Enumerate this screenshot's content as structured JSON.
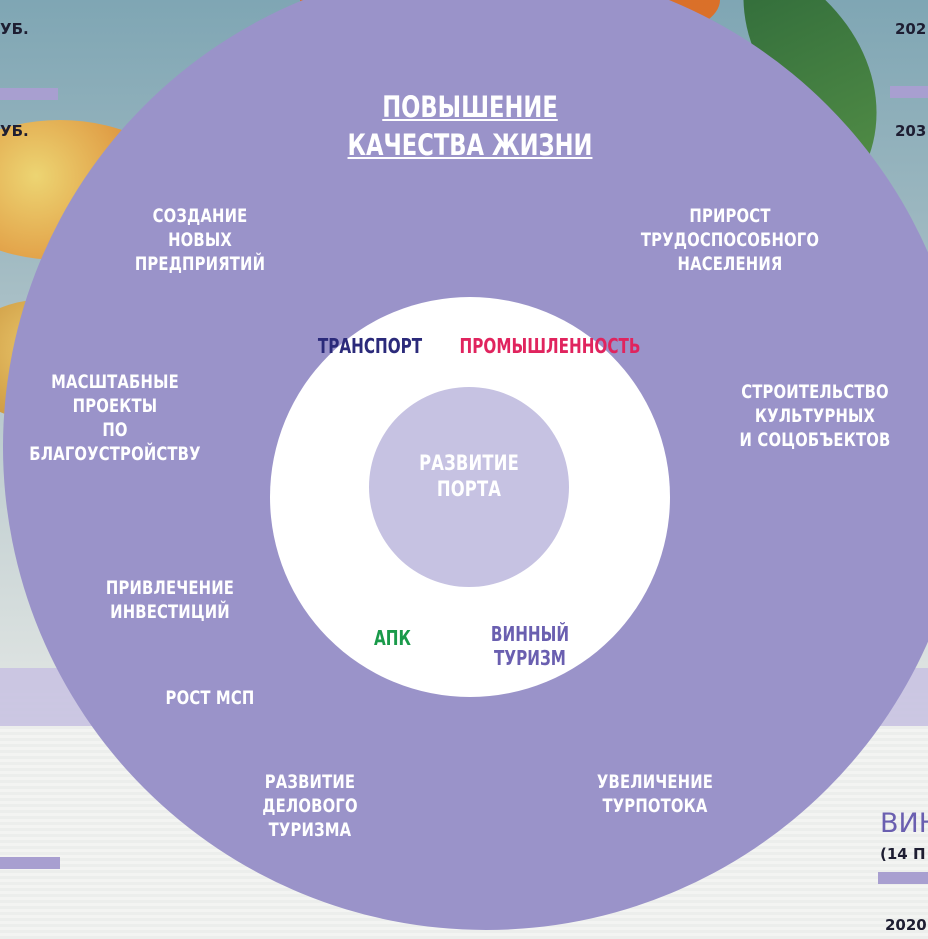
{
  "corner_labels": {
    "top_left_1": "УБ.",
    "top_left_2": "УБ.",
    "top_right_1": "202",
    "top_right_2": "203",
    "bottom_right": "2020"
  },
  "side_text": {
    "vin": "ВИН",
    "vin_sub": "(14 П"
  },
  "title": {
    "line1": "ПОВЫШЕНИЕ",
    "line2": "КАЧЕСТВА ЖИЗНИ"
  },
  "core_label": "РАЗВИТИЕ\nПОРТА",
  "sectors": {
    "transport": "ТРАНСПОРТ",
    "industry": "ПРОМЫШЛЕННОСТЬ",
    "apk": "АПК",
    "wine_tourism": "ВИННЫЙ\nТУРИЗМ"
  },
  "outer_labels": {
    "new_enterprises": "СОЗДАНИЕ\nНОВЫХ\nПРЕДПРИЯТИЙ",
    "workforce_growth": "ПРИРОСТ\nТРУДОСПОСОБНОГО\nНАСЕЛЕНИЯ",
    "large_projects": "МАСШТАБНЫЕ\nПРОЕКТЫ\nПО\nБЛАГОУСТРОЙСТВУ",
    "culture_construction": "СТРОИТЕЛЬСТВО\nКУЛЬТУРНЫХ\nИ СОЦОБЪЕКТОВ",
    "investments": "ПРИВЛЕЧЕНИЕ\nИНВЕСТИЦИЙ",
    "sme_growth": "РОСТ МСП",
    "business_tourism": "РАЗВИТИЕ\nДЕЛОВОГО\nТУРИЗМА",
    "tourist_flow": "УВЕЛИЧЕНИЕ\nТУРПОТОКА"
  },
  "colors": {
    "ring": "#9a93c9",
    "core": "#c6c2e2",
    "transport": "#2b2a7a",
    "industry": "#e0245e",
    "apk": "#1a9a4a",
    "wine_tourism": "#6a5fb0"
  }
}
